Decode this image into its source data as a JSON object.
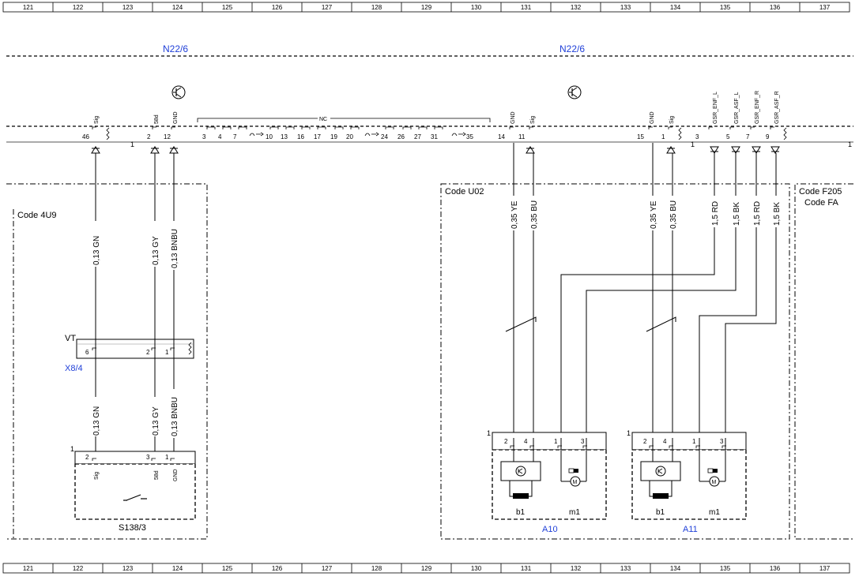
{
  "grid": {
    "columns": [
      "121",
      "122",
      "123",
      "124",
      "125",
      "126",
      "127",
      "128",
      "129",
      "130",
      "131",
      "132",
      "133",
      "134",
      "135",
      "136",
      "137"
    ]
  },
  "modules": {
    "left": "N22/6",
    "right": "N22/6"
  },
  "connector": {
    "nc_label": "NC",
    "left_block_start": "1",
    "right_block_start": "1",
    "right_block_end": "1",
    "pins_left_group": [
      "46",
      "2",
      "12"
    ],
    "pins_nc": [
      "3",
      "4",
      "7",
      "10",
      "13",
      "16",
      "17",
      "19",
      "20",
      "24",
      "26",
      "27",
      "31",
      "35"
    ],
    "pins_right_group1": [
      "14",
      "11"
    ],
    "pins_right_group2": [
      "15",
      "1"
    ],
    "pins_right_group3": [
      "3",
      "5",
      "7",
      "9"
    ],
    "sig_labels": {
      "p46": "Sig",
      "p2": "58d",
      "p12": "GND",
      "p14": "GND",
      "p11": "Sig",
      "p15": "GND",
      "p1": "Sig",
      "p3": "GSR_ENF_L",
      "p5": "GSR_ASF_L",
      "p7": "GSR_ENF_R",
      "p9": "GSR_ASF_R"
    }
  },
  "codes": {
    "left": "Code 4U9",
    "middle": "Code U02",
    "right_line1": "Code F205",
    "right_line2": "Code FA"
  },
  "wires": {
    "w46_top": "0,13 GN",
    "w2_top": "0,13 GY",
    "w12_top": "0,13 BNBU",
    "w46_bot": "0,13 GN",
    "w2_bot": "0,13 GY",
    "w12_bot": "0,13 BNBU",
    "w14": "0,35 YE",
    "w11": "0,35 BU",
    "w15": "0,35 YE",
    "w1": "0,35 BU",
    "w3": "1,5 RD",
    "w5": "1,5 BK",
    "w7": "1,5 RD",
    "w9": "1,5 BK"
  },
  "x84": {
    "vt": "VT",
    "name": "X8/4",
    "pins": [
      "6",
      "2",
      "1"
    ]
  },
  "s138": {
    "name": "S138/3",
    "pins": [
      "2",
      "3",
      "1"
    ],
    "labels": [
      "Sig",
      "58d",
      "GND"
    ],
    "block_pin": "1"
  },
  "a10": {
    "name": "A10",
    "block_pin": "1",
    "pins": [
      "2",
      "4",
      "1",
      "3"
    ],
    "b1": "b1",
    "m1": "m1"
  },
  "a11": {
    "name": "A11",
    "block_pin": "1",
    "pins": [
      "2",
      "4",
      "1",
      "3"
    ],
    "b1": "b1",
    "m1": "m1"
  }
}
